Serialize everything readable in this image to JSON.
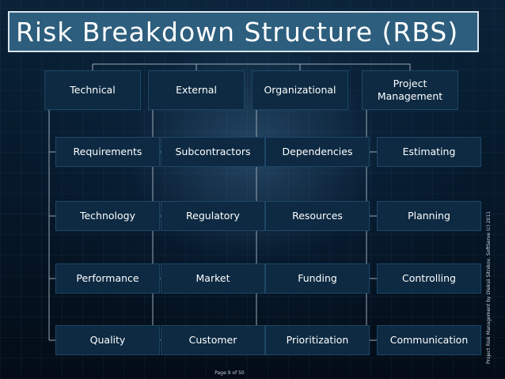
{
  "title": "Risk Breakdown Structure (RBS)",
  "columns": [
    {
      "heading": "Technical",
      "items": [
        "Requirements",
        "Technology",
        "Performance",
        "Quality"
      ]
    },
    {
      "heading": "External",
      "items": [
        "Subcontractors",
        "Regulatory",
        "Market",
        "Customer"
      ]
    },
    {
      "heading": "Organizational",
      "items": [
        "Dependencies",
        "Resources",
        "Funding",
        "Prioritization"
      ]
    },
    {
      "heading": "Project\nManagement",
      "items": [
        "Estimating",
        "Planning",
        "Controlling",
        "Communication"
      ]
    }
  ],
  "side_note": "Project Risk Management by Oleksii Sitnikov, SoftServe (c) 2011",
  "page_label": "Page 9 of 50",
  "colors": {
    "title_bar": "#2d5e7e",
    "box": "#0d2a42",
    "connector": "#9aa9b6"
  }
}
